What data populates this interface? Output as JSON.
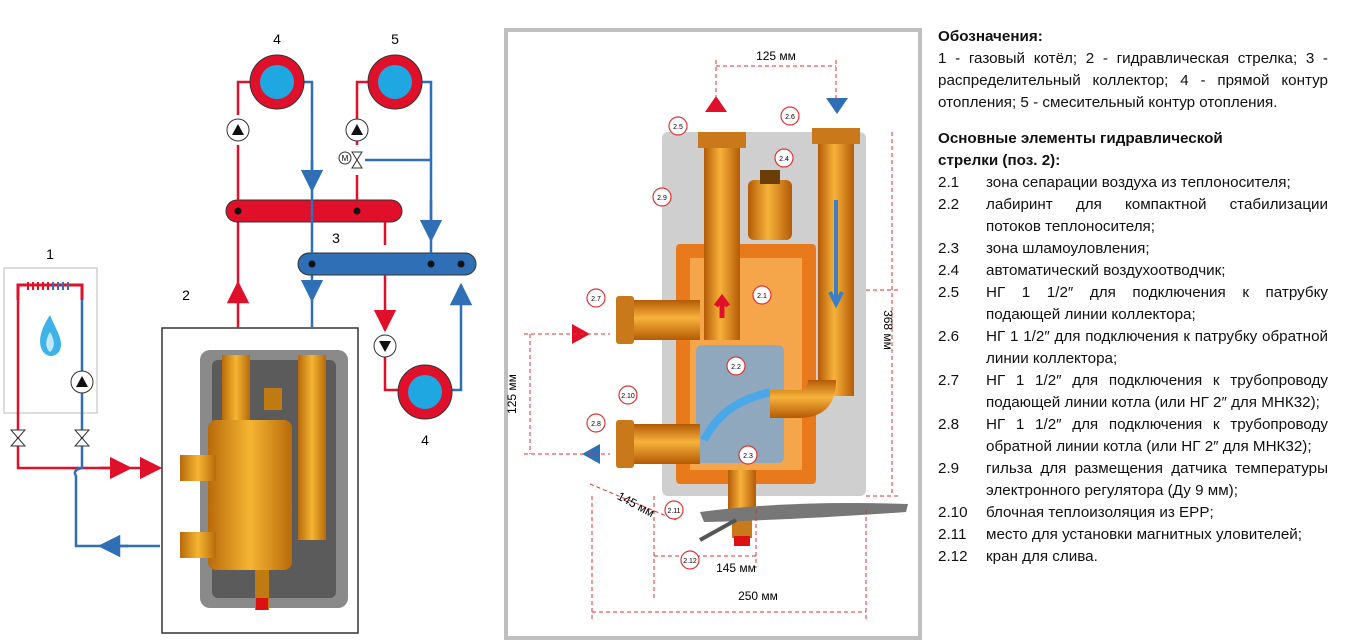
{
  "left_diagram": {
    "labels": {
      "boiler": "1",
      "hydro_arrow": "2",
      "collector": "3",
      "direct_circuit_top": "4",
      "mixing_circuit": "5",
      "direct_circuit_bottom": "4"
    }
  },
  "center_diagram": {
    "callouts": [
      "2.1",
      "2.2",
      "2.3",
      "2.4",
      "2.5",
      "2.6",
      "2.7",
      "2.8",
      "2.9",
      "2.10",
      "2.11",
      "2.12"
    ],
    "dimensions": {
      "top": "125 мм",
      "left": "125 мм",
      "right": "368 мм",
      "diagonal": "145 мм",
      "bottom_inner": "145 мм",
      "bottom_outer": "250 мм"
    }
  },
  "legend": {
    "heading": "Обозначения:",
    "intro": "1 - газовый котёл; 2 - гидравлическая стрелка; 3 - распределительный коллектор; 4 - прямой контур отопления; 5 - смесительный контур отопления.",
    "elements_title_1": "Основные элементы гидравлической",
    "elements_title_2": "стрелки (поз. 2):",
    "items": [
      {
        "num": "2.1",
        "text": "зона сепарации воздуха из теплоносителя;"
      },
      {
        "num": "2.2",
        "text": "лабиринт для компактной стабилизации потоков теплоносителя;"
      },
      {
        "num": "2.3",
        "text": "зона шламоуловления;"
      },
      {
        "num": "2.4",
        "text": "автоматический воздухоотводчик;"
      },
      {
        "num": "2.5",
        "text": "НГ 1 1/2″ для подключения к патрубку подающей линии коллектора;"
      },
      {
        "num": "2.6",
        "text": "НГ 1 1/2″ для подключения к патрубку обратной линии коллектора;"
      },
      {
        "num": "2.7",
        "text": "НГ 1 1/2″ для подключения к трубопроводу подающей линии котла (или НГ 2″ для МНК32);"
      },
      {
        "num": "2.8",
        "text": "НГ 1 1/2″ для подключения к трубопроводу обратной линии котла (или НГ 2″ для МНК32);"
      },
      {
        "num": "2.9",
        "text": "гильза для размещения датчика температуры электронного регулятора (Ду 9 мм);"
      },
      {
        "num": "2.10",
        "text": "блочная теплоизоляция из EPP;"
      },
      {
        "num": "2.11",
        "text": "место для установки магнитных уловителей;"
      },
      {
        "num": "2.12",
        "text": "кран для слива."
      }
    ]
  },
  "colors": {
    "supply": "#e0102a",
    "return": "#2f6fb5",
    "pump_circle": "#1ea7e0",
    "brass": "#e8a020"
  }
}
